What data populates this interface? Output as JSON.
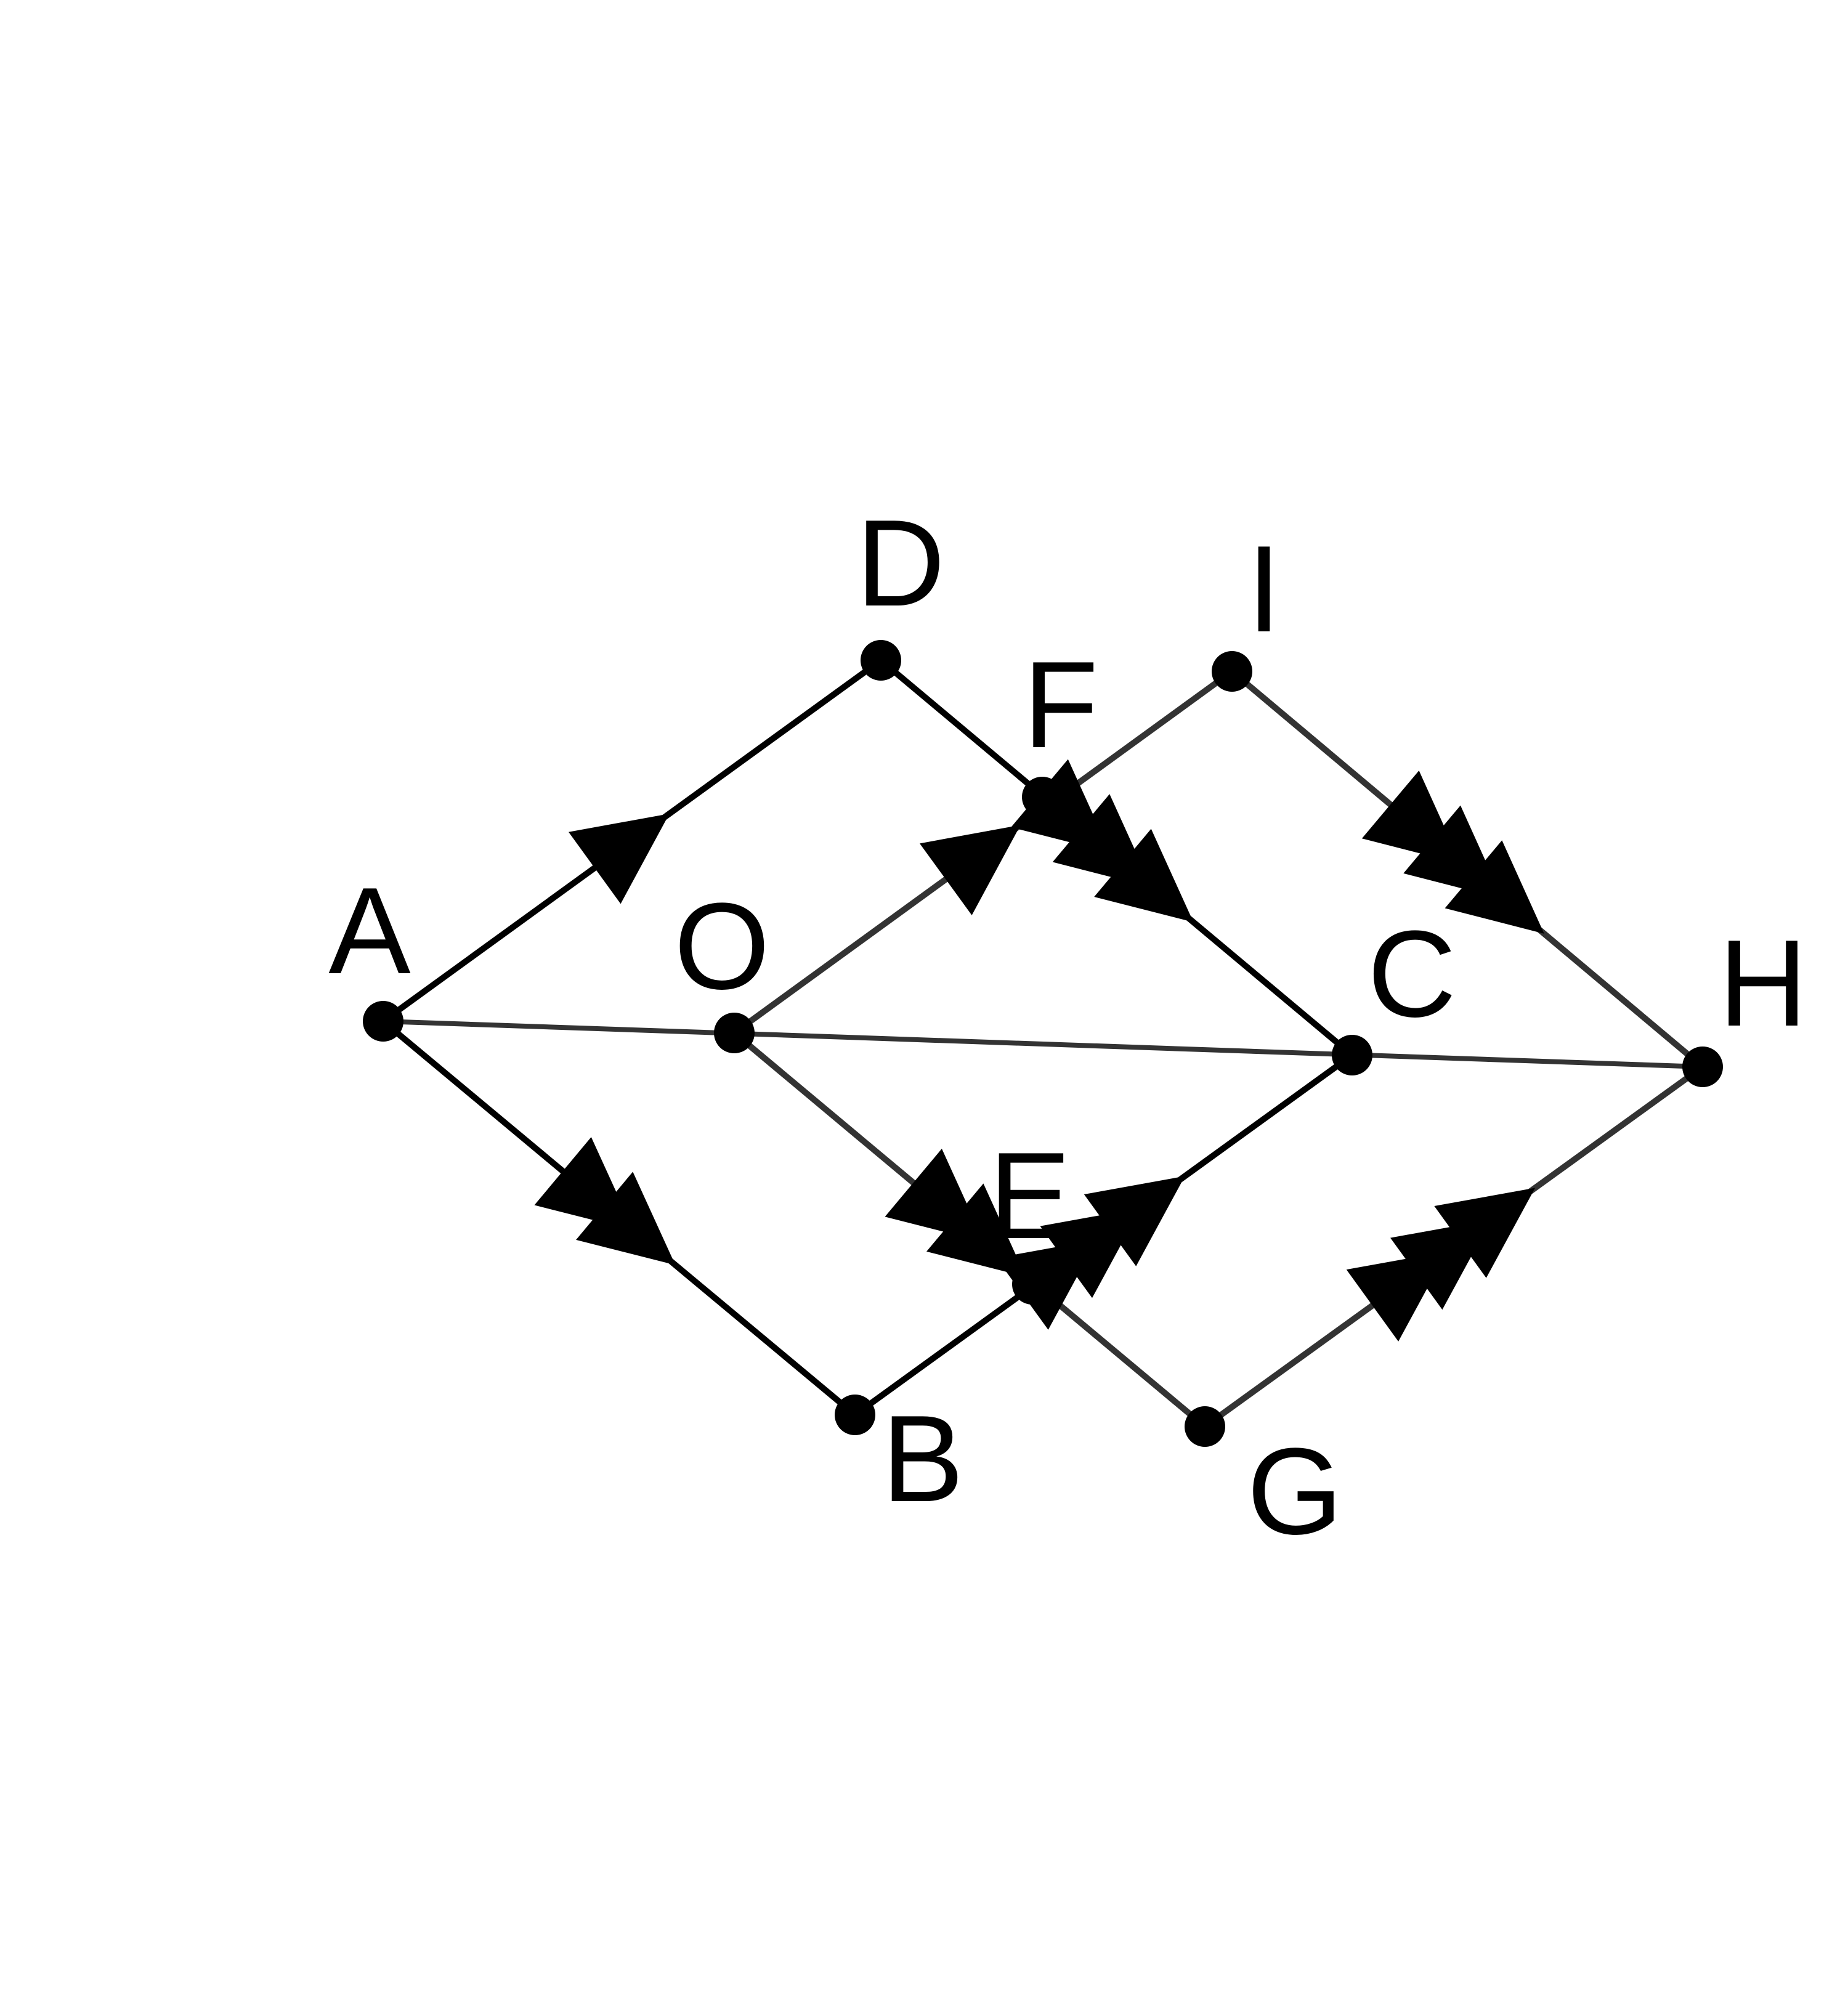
{
  "diagram": {
    "vertices": [
      {
        "id": "A",
        "label": "A"
      },
      {
        "id": "O",
        "label": "O"
      },
      {
        "id": "D",
        "label": "D"
      },
      {
        "id": "F",
        "label": "F"
      },
      {
        "id": "I",
        "label": "I"
      },
      {
        "id": "C",
        "label": "C"
      },
      {
        "id": "H",
        "label": "H"
      },
      {
        "id": "E",
        "label": "E"
      },
      {
        "id": "B",
        "label": "B"
      },
      {
        "id": "G",
        "label": "G"
      }
    ],
    "edges": [
      {
        "from": "A",
        "to": "D",
        "arrow_count": 1
      },
      {
        "from": "A",
        "to": "B",
        "arrow_count": 2
      },
      {
        "from": "D",
        "to": "C",
        "arrow_count": 3
      },
      {
        "from": "O",
        "to": "I",
        "arrow_count": 1
      },
      {
        "from": "O",
        "to": "G",
        "arrow_count": 2
      },
      {
        "from": "I",
        "to": "H",
        "arrow_count": 3
      },
      {
        "from": "B",
        "to": "C",
        "arrow_count": 3
      },
      {
        "from": "G",
        "to": "H",
        "arrow_count": 3
      },
      {
        "from": "A",
        "to": "H",
        "arrow_count": 0
      }
    ],
    "colors": {
      "ink": "#000000",
      "secondary_line": "#333333",
      "background": "#ffffff"
    }
  }
}
